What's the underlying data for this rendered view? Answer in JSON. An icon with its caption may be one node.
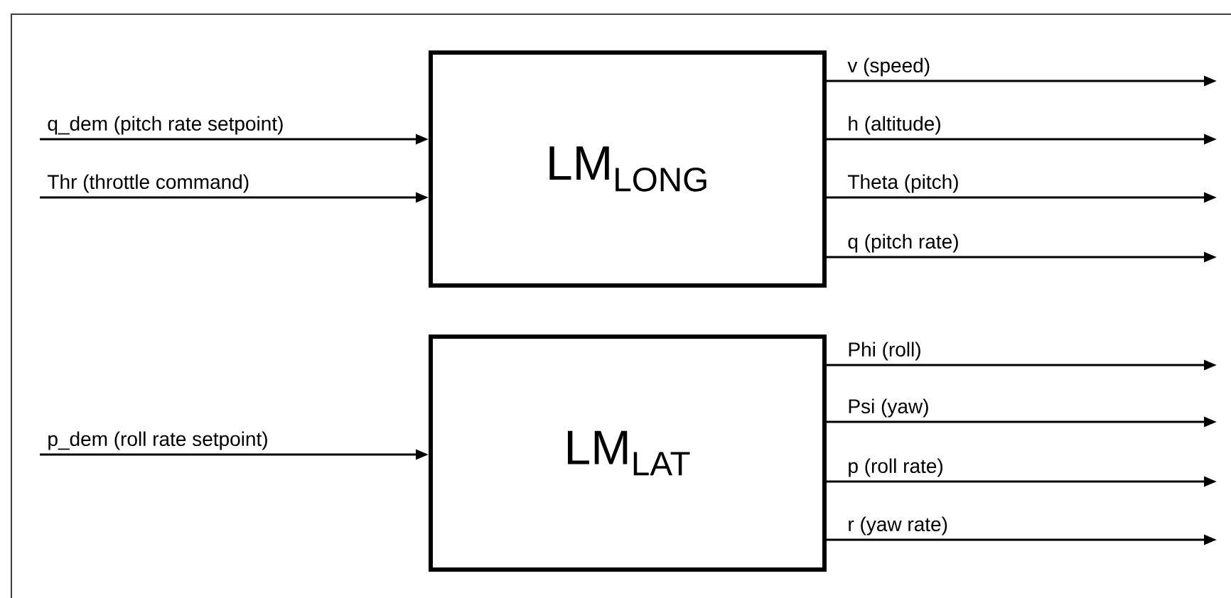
{
  "diagram": {
    "nodes": [
      {
        "text": [
          "LM$_{LONG}$"
        ]
      },
      {
        "text": [
          "LM$_{LAT}$"
        ]
      }
    ],
    "edges": [
      {
        "from": null,
        "to": 0,
        "arrow": "to",
        "label": "q_dem (pitch rate setpoint)"
      },
      {
        "from": null,
        "to": 0,
        "arrow": "to",
        "label": "Thr (throttle command)"
      },
      {
        "from": null,
        "to": 1,
        "arrow": "to",
        "label": "p_dem (roll rate setpoint)"
      },
      {
        "from": 0,
        "to": null,
        "arrow": "to",
        "label": "v (speed)"
      },
      {
        "from": 0,
        "to": null,
        "arrow": "to",
        "label": "h (altitude)"
      },
      {
        "from": 0,
        "to": null,
        "arrow": "to",
        "label": "Theta (pitch)"
      },
      {
        "from": 0,
        "to": null,
        "arrow": "to",
        "label": "q (pitch rate)"
      },
      {
        "from": 1,
        "to": null,
        "arrow": "to",
        "label": "Phi (roll)"
      },
      {
        "from": 1,
        "to": null,
        "arrow": "to",
        "label": "Psi (yaw)"
      },
      {
        "from": 1,
        "to": null,
        "arrow": "to",
        "label": "p (roll rate)"
      },
      {
        "from": 1,
        "to": null,
        "arrow": "to",
        "label": "r (yaw rate)"
      }
    ]
  }
}
